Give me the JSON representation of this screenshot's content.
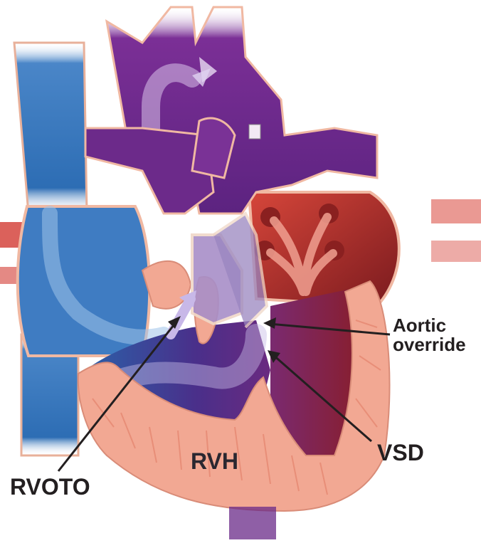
{
  "figure": {
    "labels": {
      "aortic_override_line1": "Aortic",
      "aortic_override_line2": "override",
      "vsd": "VSD",
      "rvh": "RVH",
      "rvoto": "RVOTO"
    },
    "colors": {
      "deoxygenated": "#2f6fb5",
      "oxygenated": "#c0322c",
      "mixed": "#6a2a8c",
      "myocardium": "#f2a893",
      "outline": "#3a2a2a"
    }
  }
}
